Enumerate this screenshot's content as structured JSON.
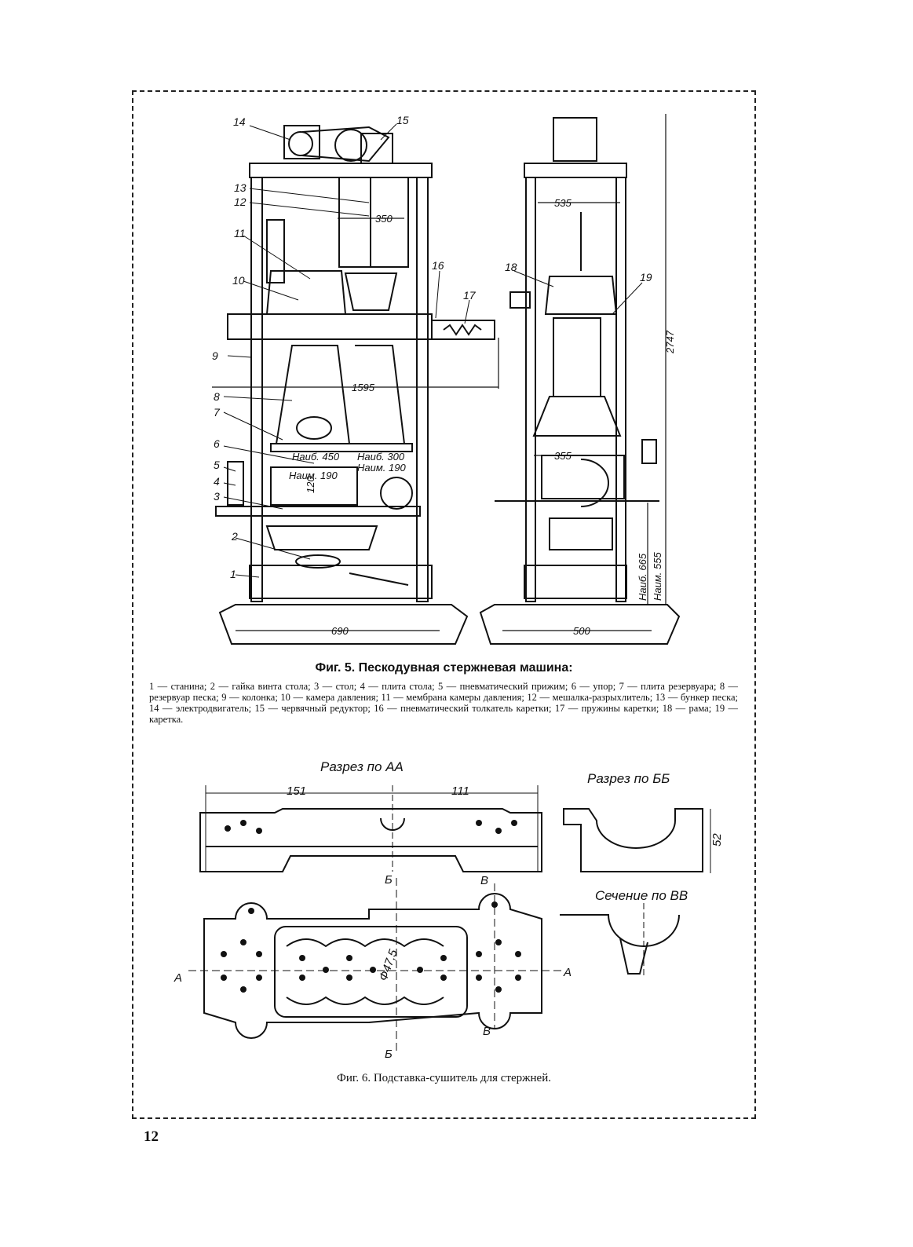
{
  "figure5": {
    "title": "Фиг. 5. Пескодувная стержневая машина:",
    "legend": "1 — станина; 2 — гайка винта стола; 3 — стол; 4 — плита стола; 5 — пневматический прижим; 6 — упор; 7 — плита резервуара; 8 — резервуар песка; 9 — колонка; 10 — камера давления; 11 — мембрана камеры давления; 12 — мешалка-разрыхлитель; 13 — бункер песка; 14 — электродвигатель; 15 — червячный редуктор; 16 — пневматический толкатель каретки; 17 — пружины каретки; 18 — рама; 19 — каретка.",
    "callouts": [
      "1",
      "2",
      "3",
      "4",
      "5",
      "6",
      "7",
      "8",
      "9",
      "10",
      "11",
      "12",
      "13",
      "14",
      "15",
      "16",
      "17",
      "18",
      "19"
    ],
    "dimensions": {
      "d350": "350",
      "d1595": "1595",
      "d690": "690",
      "d535": "535",
      "d355": "355",
      "d500": "500",
      "d2747": "2747",
      "max450": "Наиб. 450",
      "min190a": "Наим. 190",
      "max300": "Наиб. 300",
      "min190b": "Наим. 190",
      "d120": "120",
      "max665": "Наиб. 665",
      "min555": "Наим. 555"
    }
  },
  "figure6": {
    "title": "Фиг. 6. Подставка-сушитель для стержней.",
    "section_aa": "Разрез по АА",
    "section_bb": "Разрез по ББ",
    "section_vv": "Сечение по ВВ",
    "d151": "151",
    "d111": "111",
    "d52": "52",
    "d_phi": "Ф47,5",
    "mark_a": "А",
    "mark_b": "Б",
    "mark_v": "В"
  },
  "page_number": "12"
}
